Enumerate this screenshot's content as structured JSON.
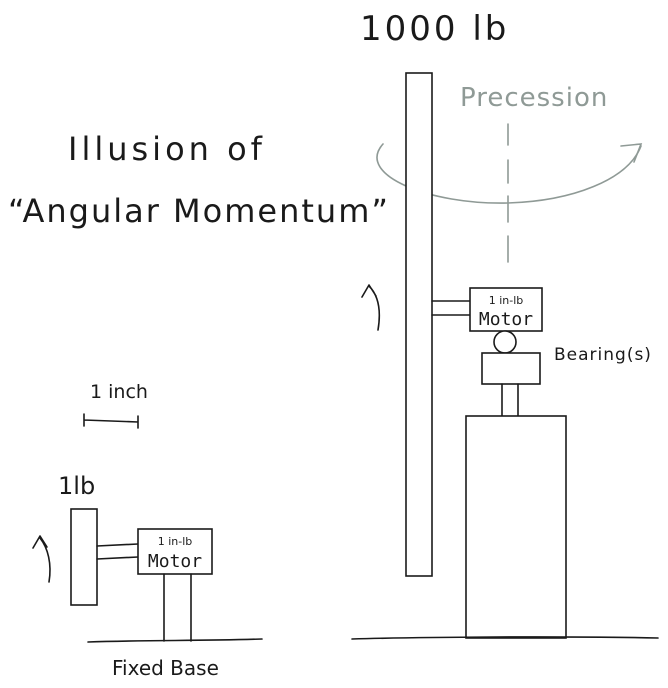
{
  "title": {
    "line1": "Illusion of",
    "line2": "“Angular Momentum”"
  },
  "large_system": {
    "mass_label": "1000 lb",
    "precession_label": "Precession",
    "motor": {
      "rating": "1 in-lb",
      "name": "Motor"
    },
    "bearing_label": "Bearing(s)"
  },
  "small_system": {
    "scale_label": "1 inch",
    "mass_label": "1lb",
    "motor": {
      "rating": "1 in-lb",
      "name": "Motor"
    },
    "base_label": "Fixed Base"
  },
  "colors": {
    "ink": "#1a1a1a",
    "precession": "#8f9a96"
  }
}
